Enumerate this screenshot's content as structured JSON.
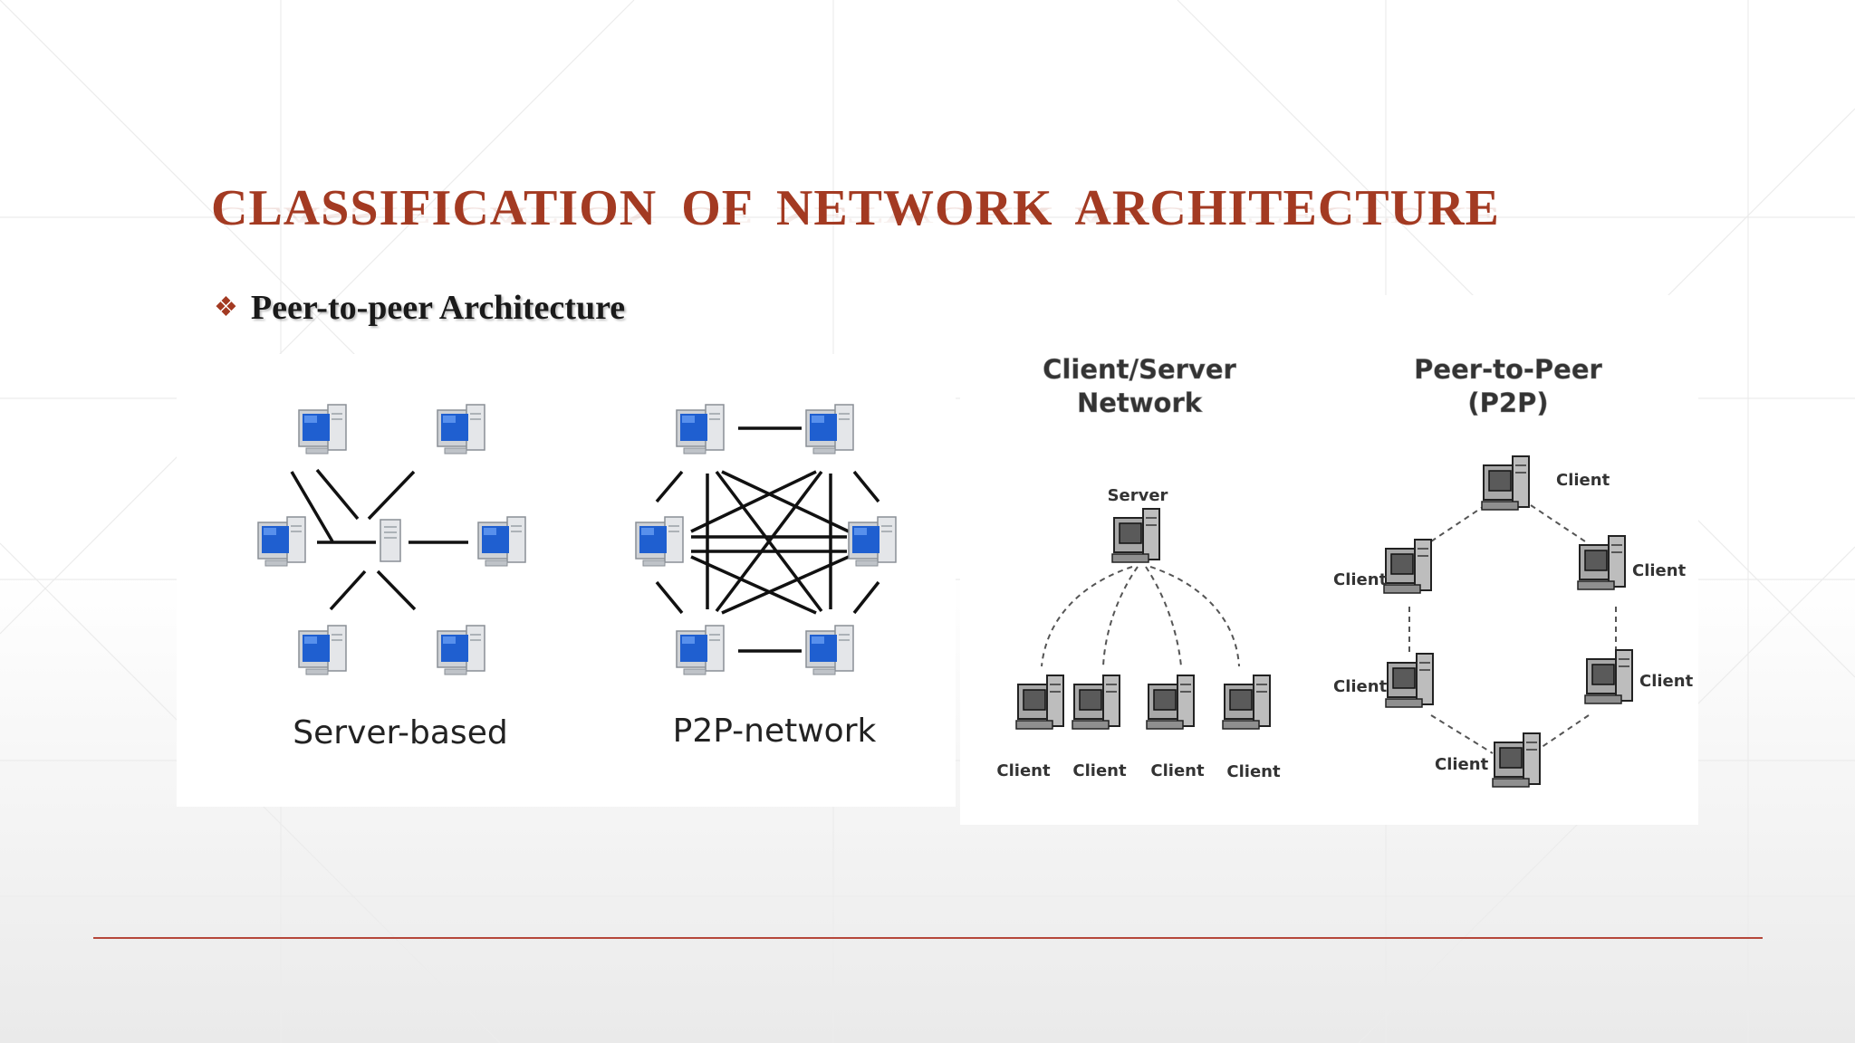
{
  "slide": {
    "title": "CLASSIFICATION  OF  NETWORK  ARCHITECTURE",
    "bullet_icon": "diamond-bullet-icon",
    "bullet_symbol": "❖",
    "subtitle": "Peer-to-peer Architecture"
  },
  "left_diagram": {
    "server_based_label": "Server-based",
    "p2p_label": "P2P-network"
  },
  "right_diagram": {
    "cs_title_line1": "Client/Server",
    "cs_title_line2": "Network",
    "server_label": "Server",
    "cs_clients": [
      "Client",
      "Client",
      "Client",
      "Client"
    ],
    "p2p_title_line1": "Peer-to-Peer",
    "p2p_title_line2": "(P2P)",
    "p2p_clients": [
      "Client",
      "Client",
      "Client",
      "Client",
      "Client",
      "Client"
    ]
  },
  "colors": {
    "title": "#a33a22",
    "bullet": "#a33a22",
    "accent_line": "#b5473a",
    "monitor_screen": "#1f5fd0"
  }
}
